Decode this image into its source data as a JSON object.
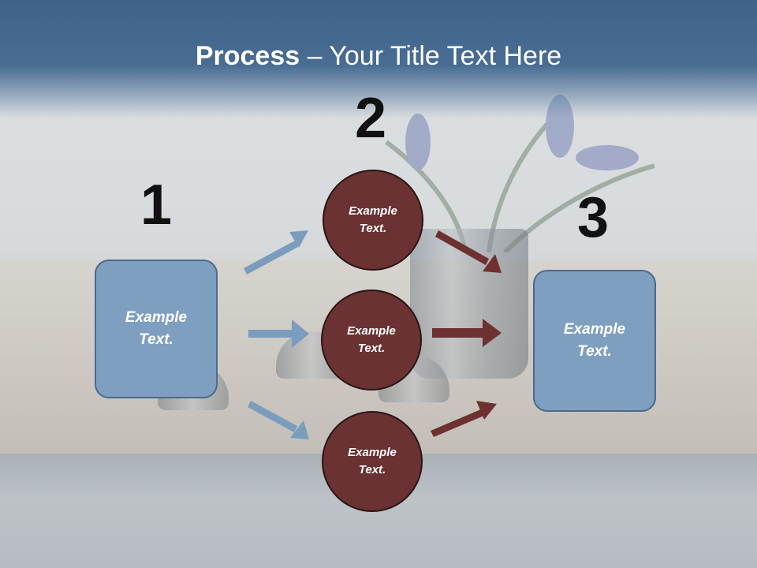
{
  "slide": {
    "title_bold": "Process",
    "title_rest": " – Your Title Text Here"
  },
  "steps": {
    "one": "1",
    "two": "2",
    "three": "3"
  },
  "nodes": {
    "left_box": "Example\nText.",
    "circle_top": "Example\nText.",
    "circle_middle": "Example\nText.",
    "circle_bottom": "Example\nText.",
    "right_box": "Example\nText."
  },
  "colors": {
    "header": "#486c92",
    "box_fill": "#7e9fbf",
    "circle_fill": "#6a3232",
    "arrow_blue": "#7a9cbd",
    "arrow_red": "#6e3030"
  }
}
